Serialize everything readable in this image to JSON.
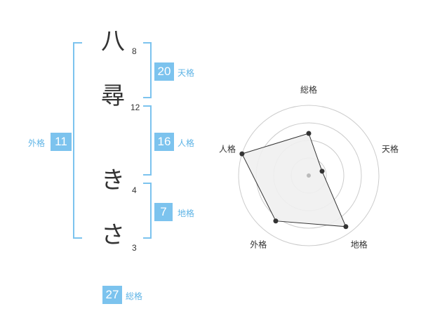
{
  "characters": [
    {
      "char": "八",
      "strokes": "8"
    },
    {
      "char": "尋",
      "strokes": "12"
    },
    {
      "char": "き",
      "strokes": "4"
    },
    {
      "char": "さ",
      "strokes": "3"
    }
  ],
  "fortunes": {
    "tenkaku": {
      "label": "天格",
      "value": "20"
    },
    "jinkaku": {
      "label": "人格",
      "value": "16"
    },
    "chikaku": {
      "label": "地格",
      "value": "7"
    },
    "gaikaku": {
      "label": "外格",
      "value": "11"
    },
    "soukaku": {
      "label": "総格",
      "value": "27"
    }
  },
  "chart_data": {
    "type": "radar",
    "axes": [
      "総格",
      "天格",
      "地格",
      "外格",
      "人格"
    ],
    "values": [
      0.6,
      0.2,
      0.9,
      0.8,
      1.0
    ],
    "rings": 4,
    "max": 1.0,
    "colors": {
      "fill": "#f0f0f0",
      "line": "#333333",
      "grid": "#cccccc",
      "center": "#bbbbbb"
    }
  },
  "colors": {
    "accent": "#7cc3ee",
    "label": "#5fb4e6",
    "text": "#333333"
  }
}
